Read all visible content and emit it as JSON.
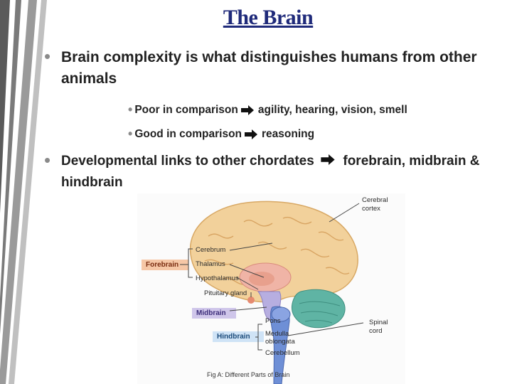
{
  "slide": {
    "title": "The Brain",
    "bullets": [
      {
        "text": "Brain complexity is what distinguishes humans from other animals"
      },
      {
        "text_before": "Developmental links to other chordates",
        "text_after": "forebrain, midbrain & hindbrain"
      }
    ],
    "sub_bullets": [
      {
        "before": "Poor in comparison",
        "after": "agility, hearing, vision, smell"
      },
      {
        "before": "Good in comparison",
        "after": "reasoning"
      }
    ],
    "arrow_icon": "right-arrow-icon"
  },
  "figure": {
    "labels": {
      "cerebral_cortex_1": "Cerebral",
      "cerebral_cortex_2": "cortex",
      "cerebrum": "Cerebrum",
      "thalamus": "Thalamus",
      "hypothalamus": "Hypothalamus",
      "pituitary": "Pituitary gland",
      "pons": "Pons",
      "medulla_1": "Medulla",
      "medulla_2": "oblongata",
      "cerebellum": "Cerebellum",
      "spinal_1": "Spinal",
      "spinal_2": "cord"
    },
    "groups": {
      "forebrain": "Forebrain",
      "midbrain": "Midbrain",
      "hindbrain": "Hindbrain"
    },
    "caption": "Fig A: Different Parts of Brain",
    "colors": {
      "forebrain": "#f6c7a6",
      "midbrain": "#cfc6ea",
      "hindbrain": "#cfe3f6",
      "title": "#1f2a7a"
    }
  }
}
